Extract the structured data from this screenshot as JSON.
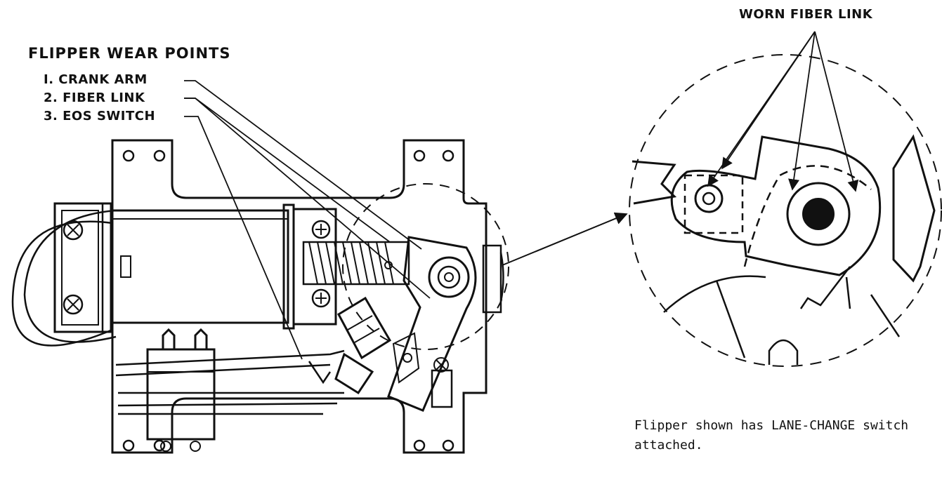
{
  "callouts": {
    "heading": "FLIPPER WEAR POINTS",
    "items": [
      "I. CRANK ARM",
      "2. FIBER LINK",
      "3. EOS SWITCH"
    ]
  },
  "detail_label": "WORN FIBER LINK",
  "caption": {
    "line1": "Flipper shown has LANE-CHANGE switch",
    "line2": "attached."
  }
}
